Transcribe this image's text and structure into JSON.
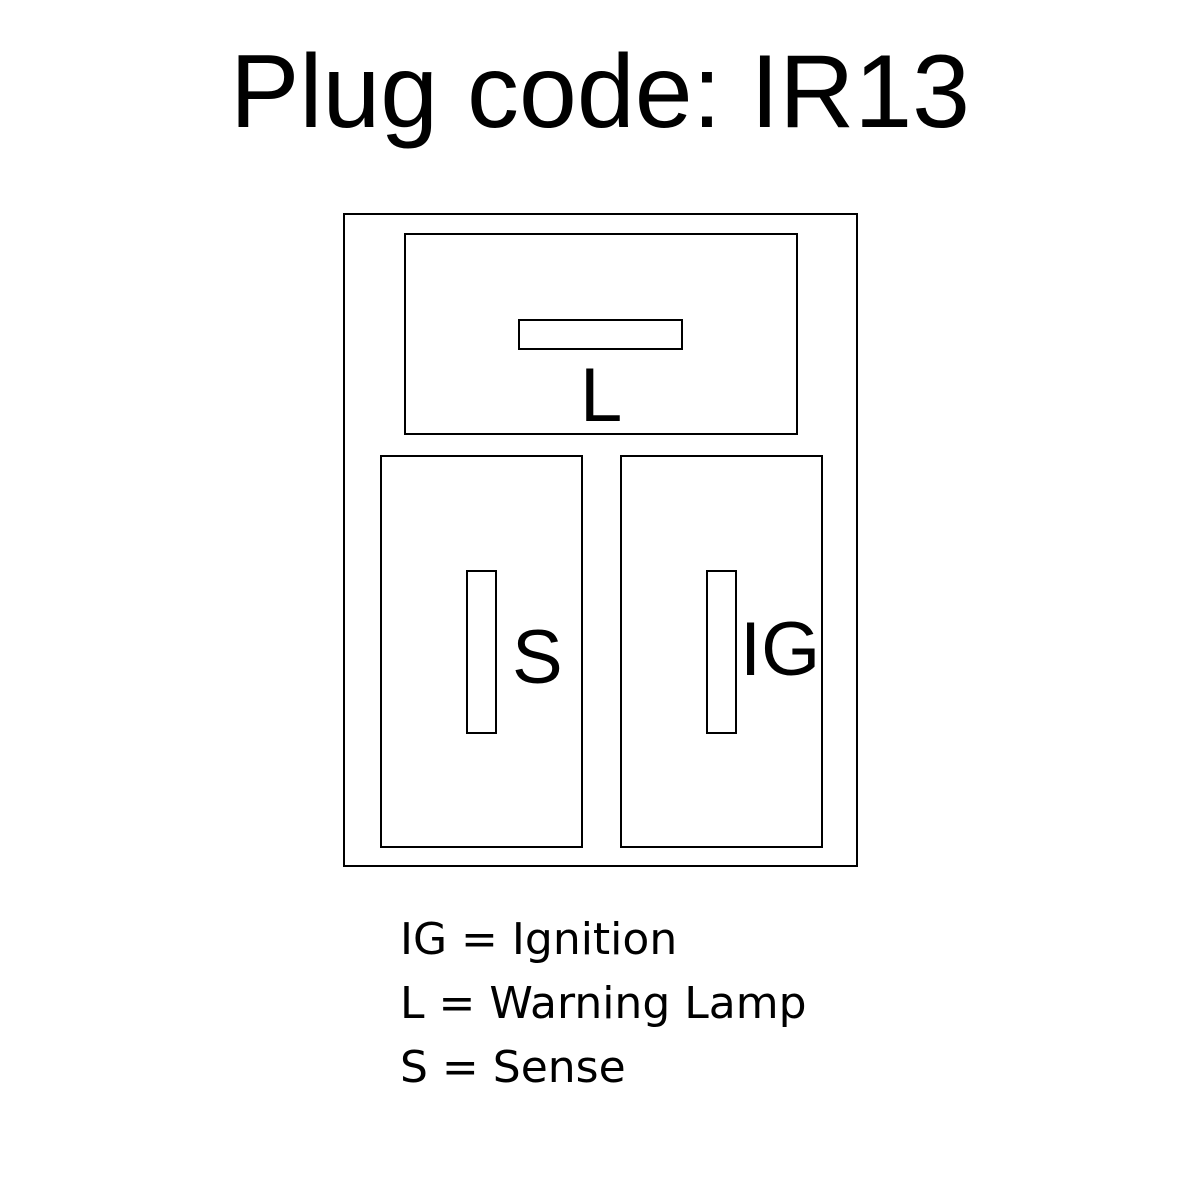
{
  "title": "Plug code: IR13",
  "pins": {
    "top": "L",
    "left": "S",
    "right": "IG"
  },
  "legend": [
    "IG = Ignition",
    "L = Warning Lamp",
    "S = Sense"
  ]
}
